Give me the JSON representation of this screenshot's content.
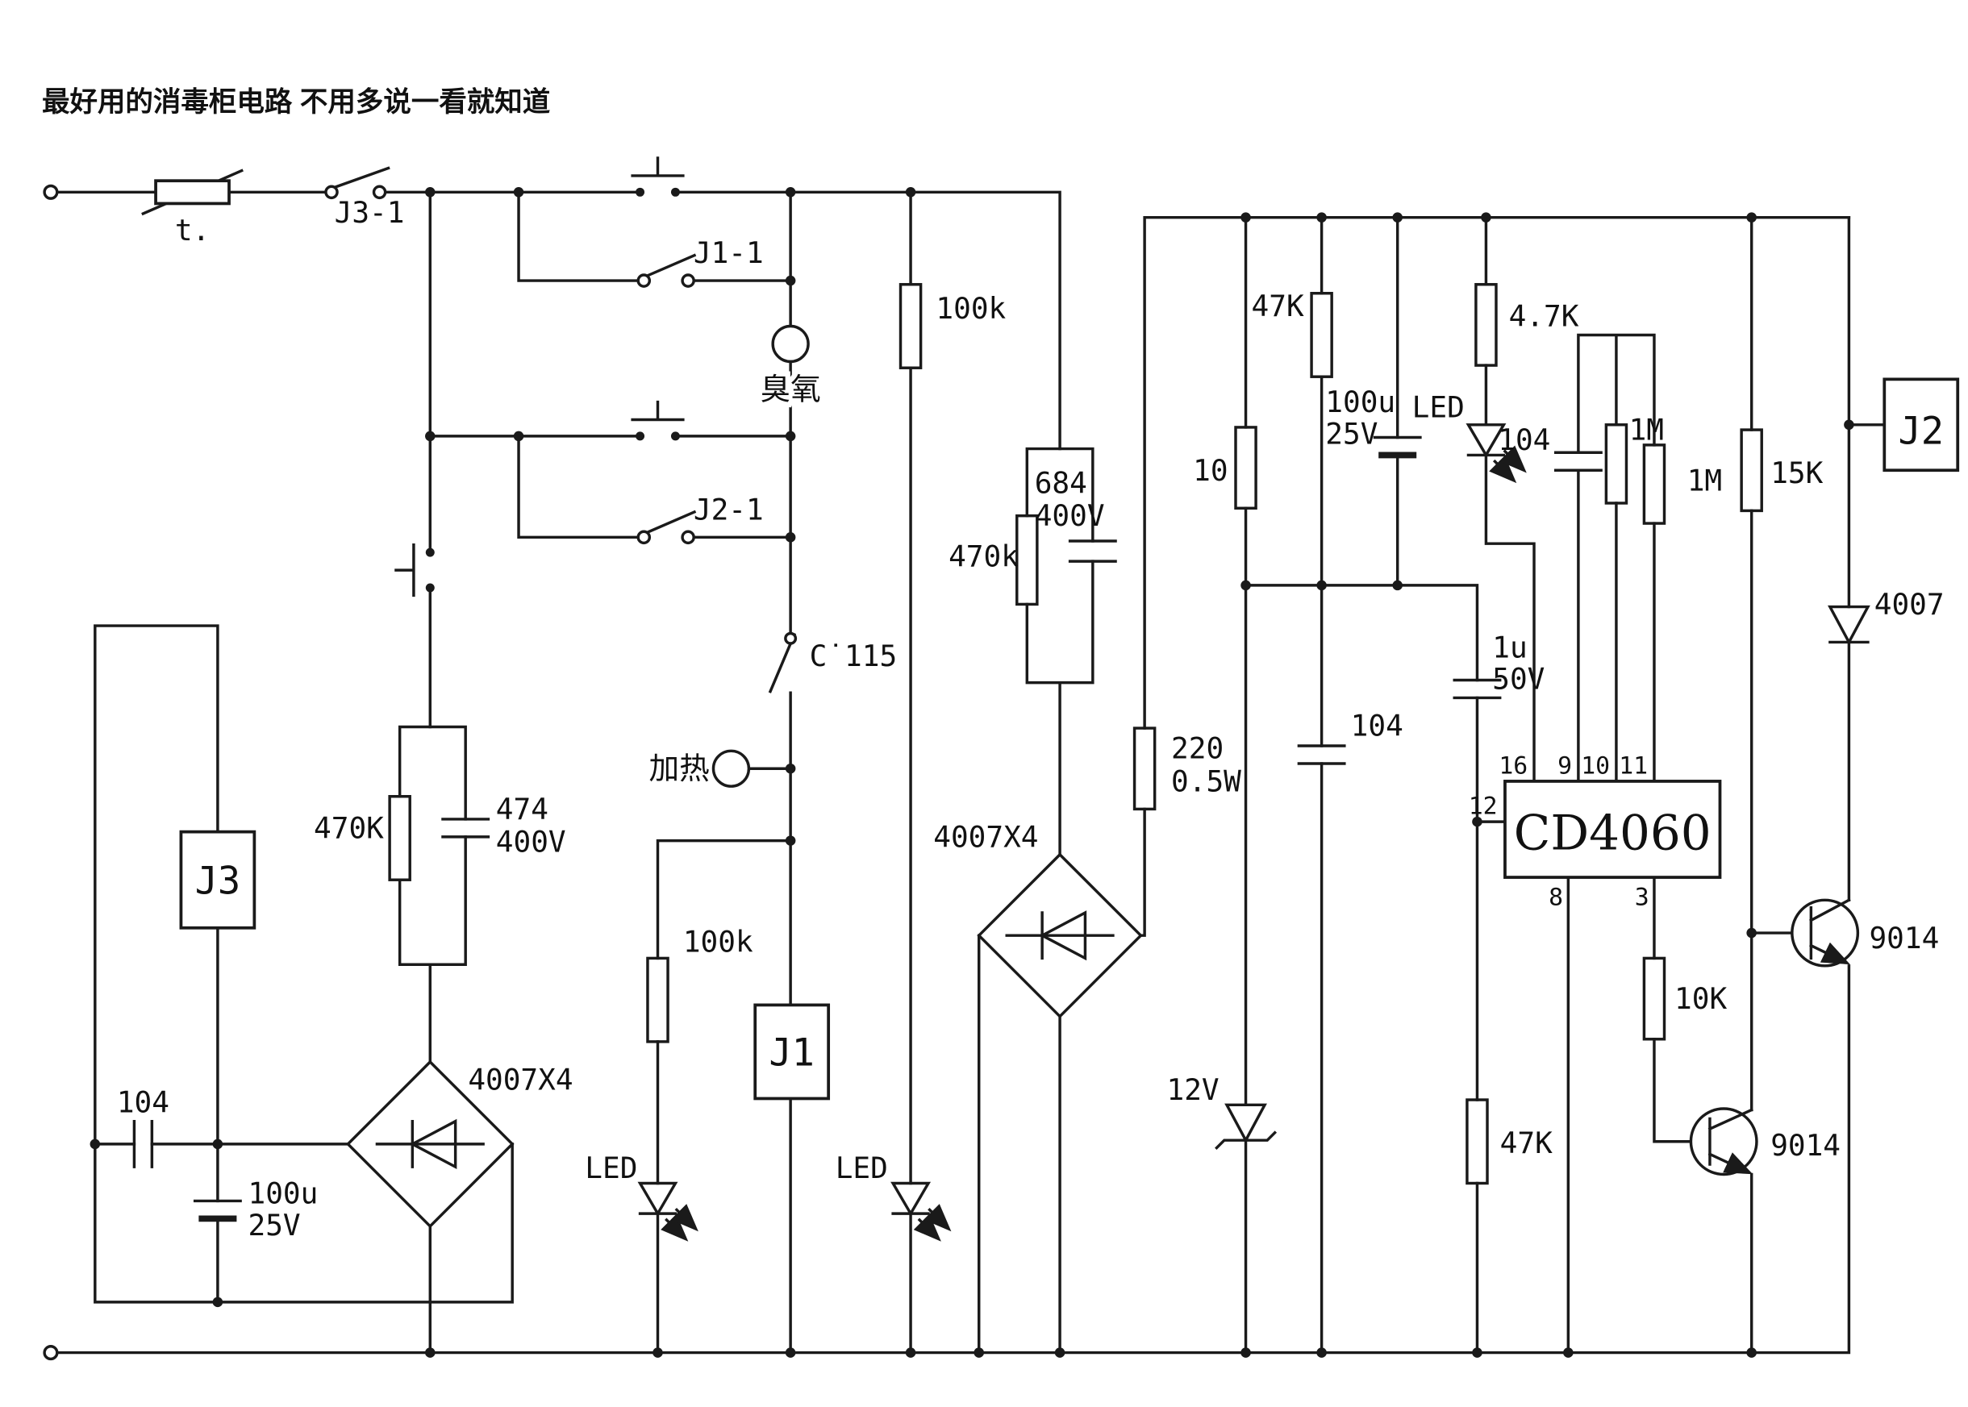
{
  "title": "最好用的消毒柜电路  不用多说一看就知道",
  "colors": {
    "ink": "#1a1a1a",
    "background": "#ffffff"
  },
  "power_input": {
    "thermistor": "t.",
    "relay_contact_j3": "J3-1"
  },
  "control": {
    "relay_contact_j1": "J1-1",
    "ozone_lamp": "臭氧",
    "relay_contact_j2": "J2-1",
    "thermal_switch": "C˙115",
    "heat_lamp": "加热"
  },
  "left_supply": {
    "r_470K": "470K",
    "c_474": "474",
    "c_474_voltage": "400V",
    "bridge": "4007X4",
    "c_104": "104",
    "c_100u": "100u",
    "c_100u_voltage": "25V",
    "relay_j3": "J3"
  },
  "indicators": {
    "r_100k_heat": "100k",
    "led_heat": "LED",
    "relay_j1": "J1",
    "r_100k_ozone": "100k",
    "led_ozone": "LED"
  },
  "mid_supply": {
    "c_684": "684",
    "c_684_voltage": "400V",
    "r_470k": "470k",
    "bridge": "4007X4",
    "r_220": "220",
    "r_220_power": "0.5W",
    "zener_12v": "12V"
  },
  "logic_supply": {
    "r_47K": "47K",
    "r_10": "10",
    "c_100u": "100u",
    "c_100u_voltage": "25V",
    "c_104": "104"
  },
  "power_led": {
    "r_4_7K": "4.7K",
    "led": "LED"
  },
  "oscillator": {
    "c_104": "104",
    "r_1M_a": "1M",
    "r_1M_b": "1M"
  },
  "timer_ic": {
    "name": "CD4060",
    "pin_16": "16",
    "pin_9": "9",
    "pin_10": "10",
    "pin_11": "11",
    "pin_12": "12",
    "pin_8": "8",
    "pin_3": "3"
  },
  "reset": {
    "c_1u": "1u",
    "c_1u_voltage": "50V",
    "r_47K": "47K"
  },
  "output": {
    "r_15K": "15K",
    "r_10K": "10K",
    "q1": "9014",
    "q2": "9014",
    "diode": "4007",
    "relay_j2": "J2"
  }
}
